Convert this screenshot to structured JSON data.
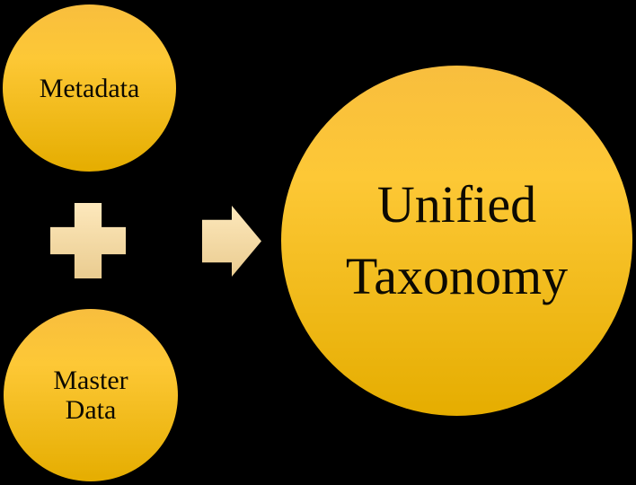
{
  "colors": {
    "background": "#000000",
    "circle_top": "#F8BE3E",
    "circle_mid": "#FDC836",
    "circle_bottom": "#E5AD00",
    "connector_top": "#FDE8BC",
    "connector_bottom": "#EACC90",
    "label_text": "#0D0A02"
  },
  "diagram": {
    "source_nodes": [
      {
        "id": "metadata",
        "label": "Metadata",
        "lines": [
          "Metadata"
        ]
      },
      {
        "id": "master-data",
        "label": "Master Data",
        "lines": [
          "Master",
          "Data"
        ]
      }
    ],
    "operator_icon": "plus-icon",
    "relation_icon": "right-arrow-icon",
    "result_node": {
      "id": "unified-taxonomy",
      "label": "Unified Taxonomy",
      "lines": [
        "Unified",
        "Taxonomy"
      ]
    }
  }
}
